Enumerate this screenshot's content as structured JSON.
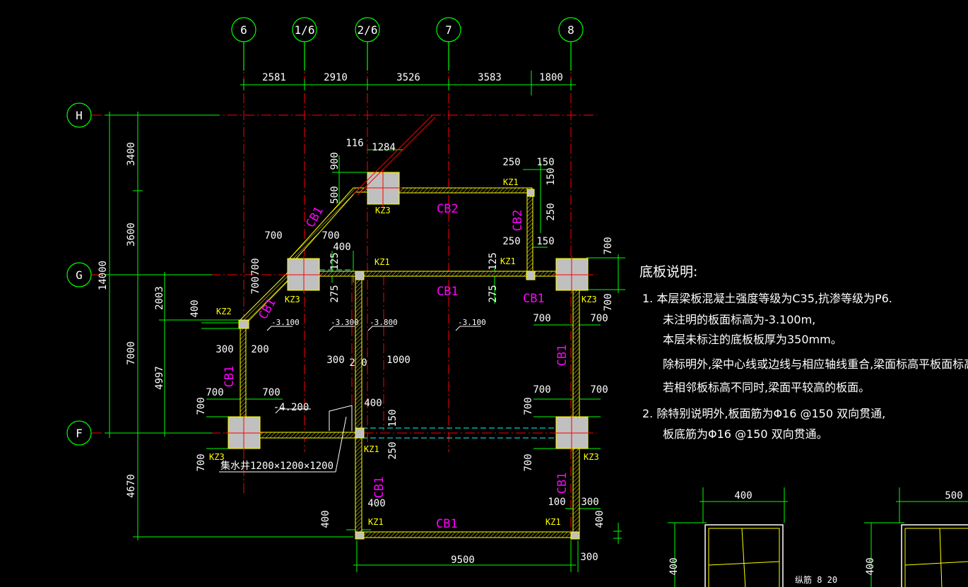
{
  "axes_vertical": [
    "6",
    "1/6",
    "2/6",
    "7",
    "8"
  ],
  "axes_horizontal": [
    "H",
    "G",
    "F"
  ],
  "top_dims": [
    "2581",
    "2910",
    "3526",
    "3583",
    "1800"
  ],
  "left_dims_outer": [
    "3400",
    "3600",
    "7000",
    "4670"
  ],
  "left_total": "14000",
  "left_dims_inner": [
    "2003",
    "4997"
  ],
  "bottom_dim": "9500",
  "bottom_dim_right": "300",
  "beams": {
    "cb1": "CB1",
    "cb2": "CB2"
  },
  "columns": {
    "kz1": "KZ1",
    "kz2": "KZ2",
    "kz3": "KZ3"
  },
  "levels": {
    "l1": "-3.100",
    "l2": "-3.300",
    "l3": "-3.800",
    "l4": "-3.100",
    "l5": "-4.200"
  },
  "sump": "集水井1200×1200×1200",
  "dims_misc": {
    "d116": "116",
    "d1284": "1284",
    "d900": "900",
    "d500": "500",
    "d250a": "250",
    "d150a": "150",
    "d150b": "150",
    "d250b": "250",
    "d250c": "250",
    "d150c": "150",
    "d700": "700",
    "d125": "125",
    "d400": "400",
    "d275": "275",
    "d2003": "2003",
    "d300": "300",
    "d200": "200",
    "d1000": "1000",
    "d100": "100",
    "d4200": "-4.200"
  },
  "notes": {
    "title": "底板说明:",
    "n1_l1": "1.  本层梁板混凝土强度等级为C35,抗渗等级为P6.",
    "n1_l2": "未注明的板面标高为-3.100m,",
    "n1_l3": "本层未标注的底板板厚为350mm。",
    "n1_l4": "除标明外,梁中心线或边线与相应轴线重合,梁面标高平板面标高。",
    "n1_l5": "若相邻板标高不同时,梁面平较高的板面。",
    "n2_l1": "2.  除特别说明外,板面筋为Φ16 @150 双向贯通,",
    "n2_l2": "板底筋为Φ16 @150 双向贯通。"
  },
  "sections": {
    "w1": "400",
    "h1": "400",
    "w2": "500",
    "h2": "400",
    "rebar": "纵筋 8 20"
  },
  "colors": {
    "axis": "#ff0000",
    "dim": "#00ff00",
    "beam": "#ffff00",
    "column": "#c0c0c0",
    "beam_label": "#ff00ff",
    "dashed": "#00ffff",
    "text": "#ffffff"
  }
}
